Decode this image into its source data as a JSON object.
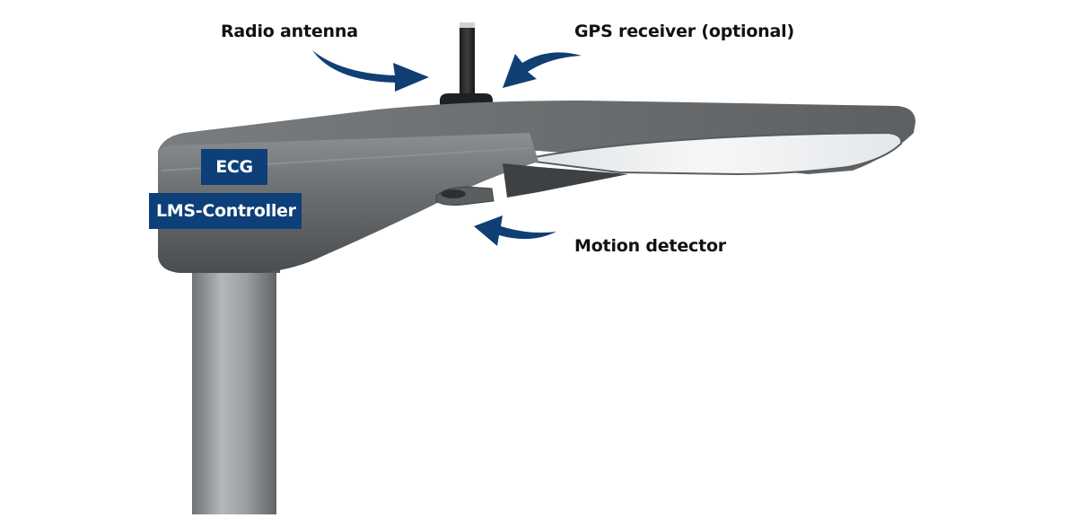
{
  "labels": {
    "radio_antenna": "Radio antenna",
    "gps_receiver": "GPS receiver (optional)",
    "motion_detector": "Motion detector"
  },
  "badges": {
    "ecg": "ECG",
    "lms_controller": "LMS-Controller"
  },
  "colors": {
    "badge_blue": "#0d3f78",
    "arrow_blue": "#0f3f73",
    "housing_gray": "#6e7072",
    "pole_gray": "#8e9193",
    "lens_white": "#eef0f2"
  }
}
